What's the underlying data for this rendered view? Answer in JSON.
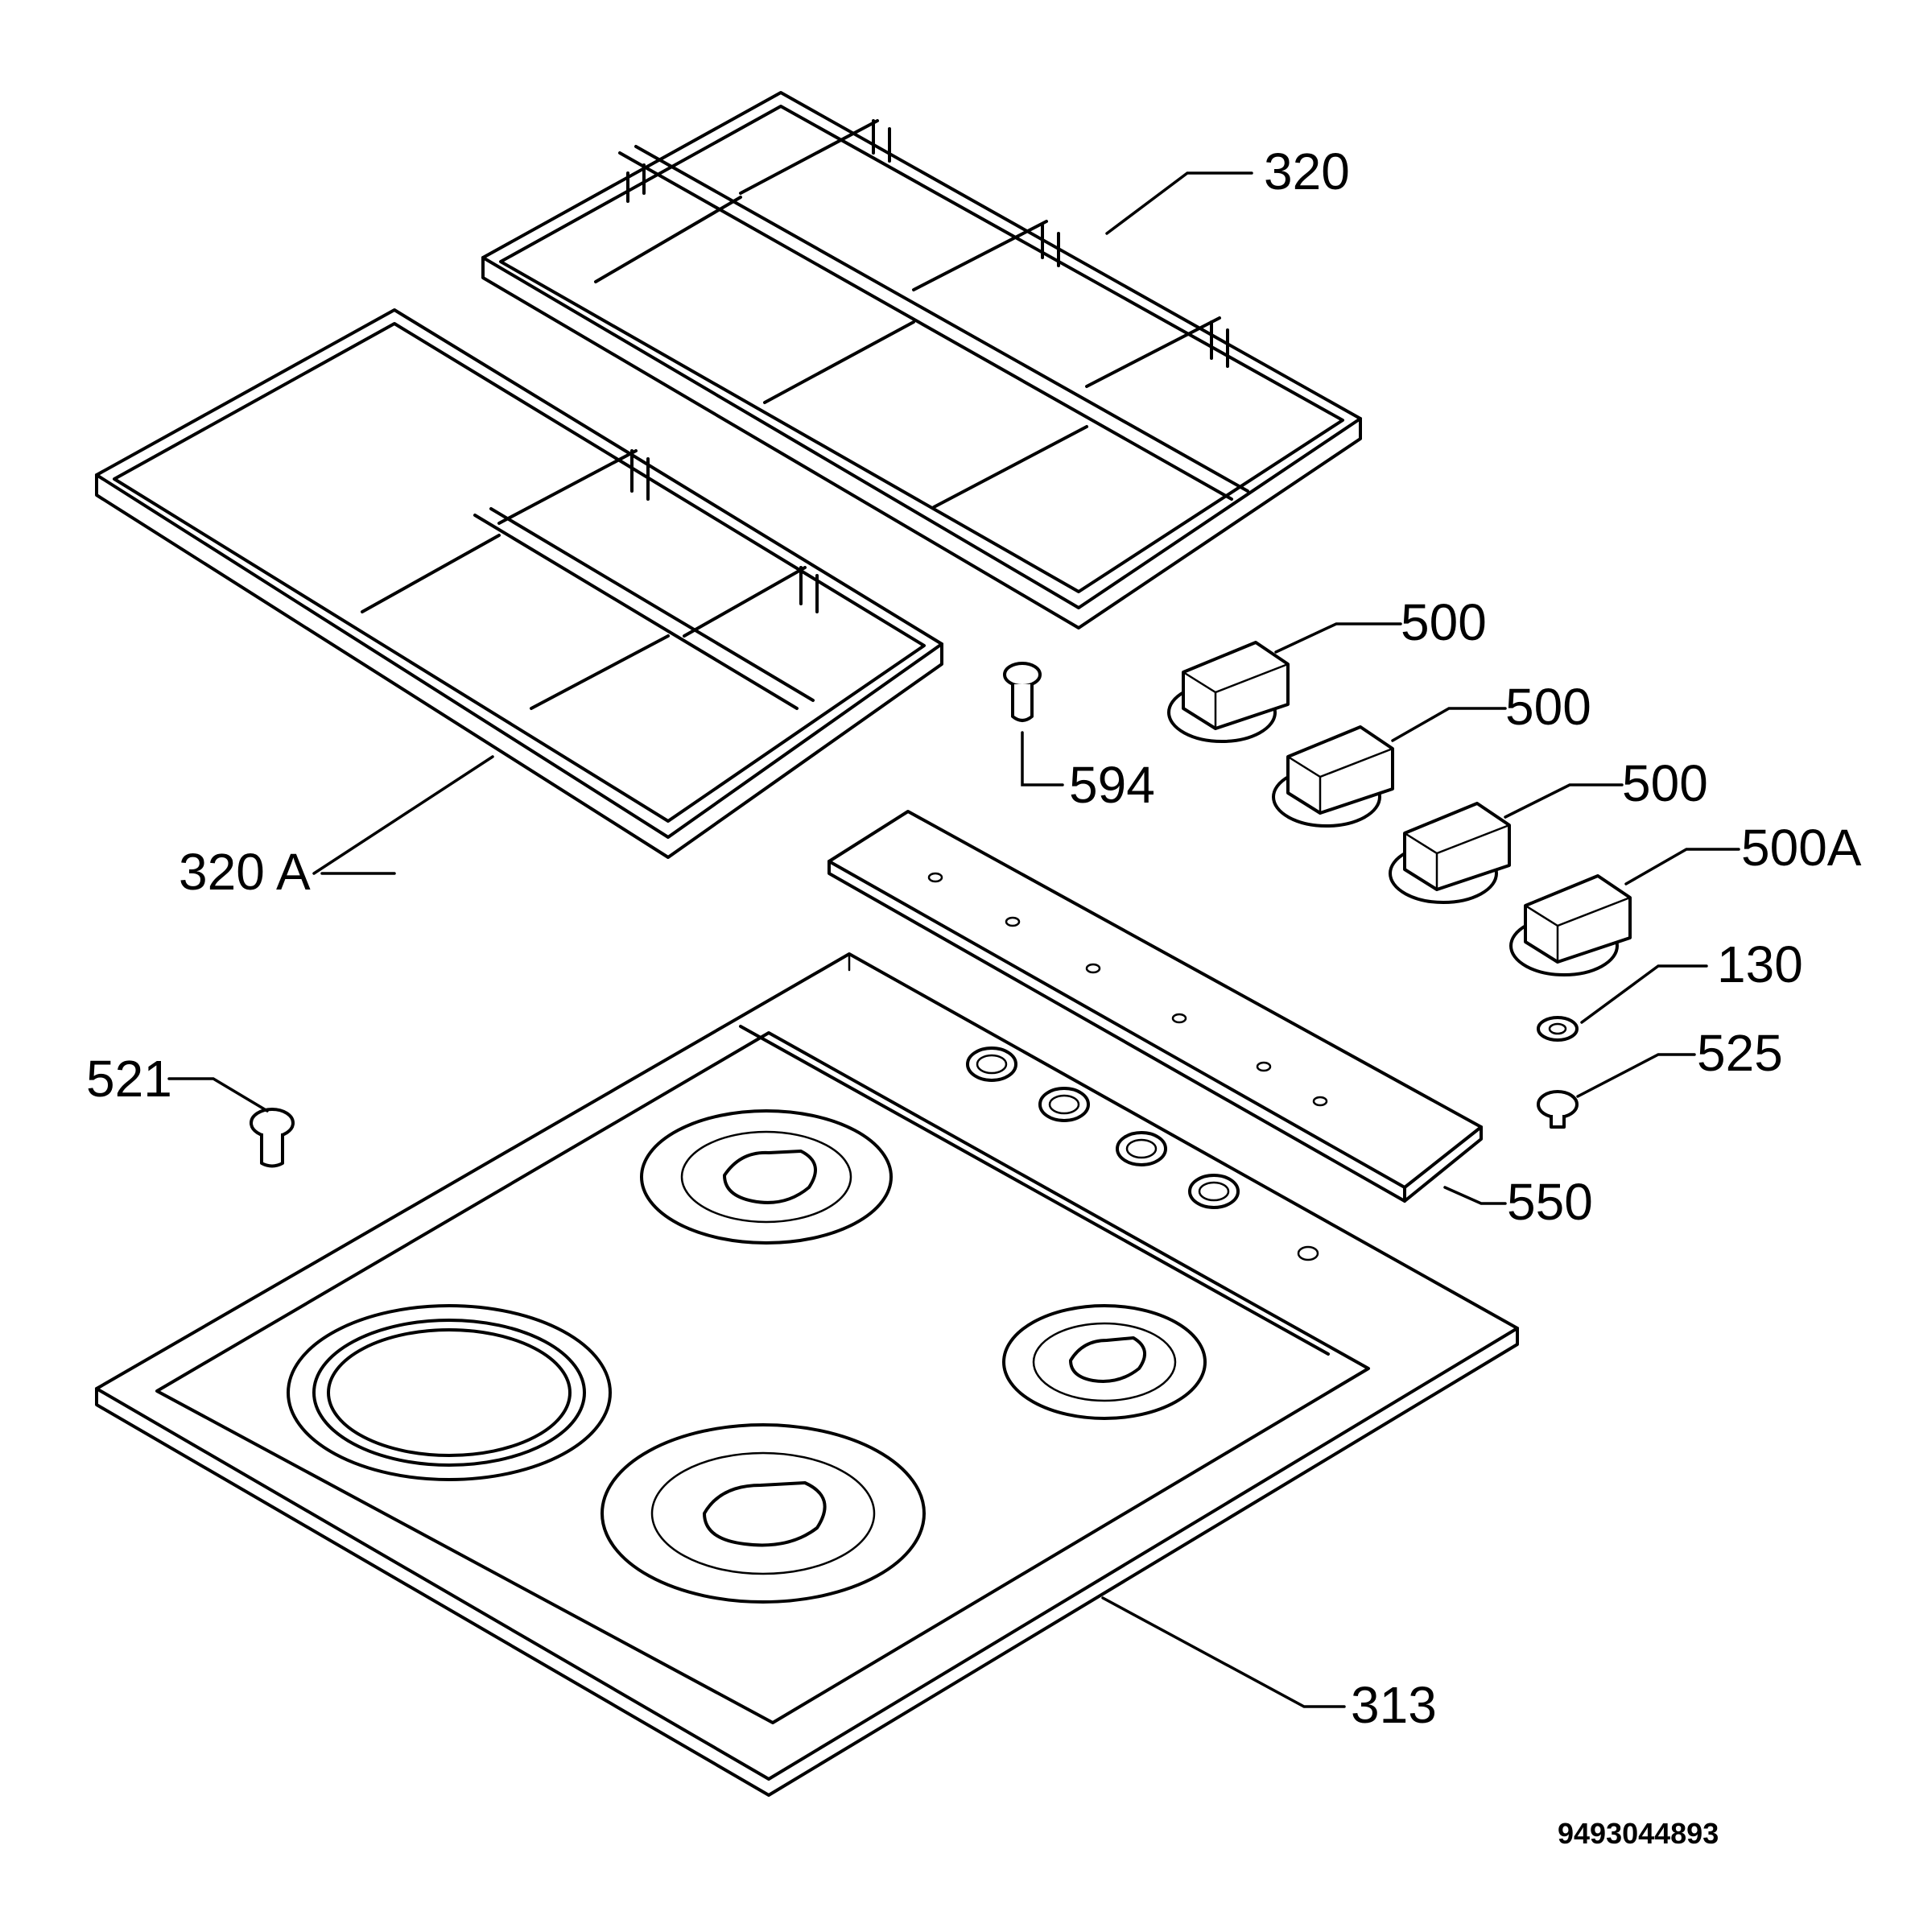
{
  "labels": {
    "grid_right": "320",
    "grid_left": "320 A",
    "knob_1": "500",
    "knob_2": "500",
    "knob_3": "500",
    "knob_4": "500A",
    "screw_594": "594",
    "washer": "130",
    "bolt_525": "525",
    "foot_521": "521",
    "control_panel": "550",
    "hob_top": "313"
  },
  "document_number": "9493044893"
}
